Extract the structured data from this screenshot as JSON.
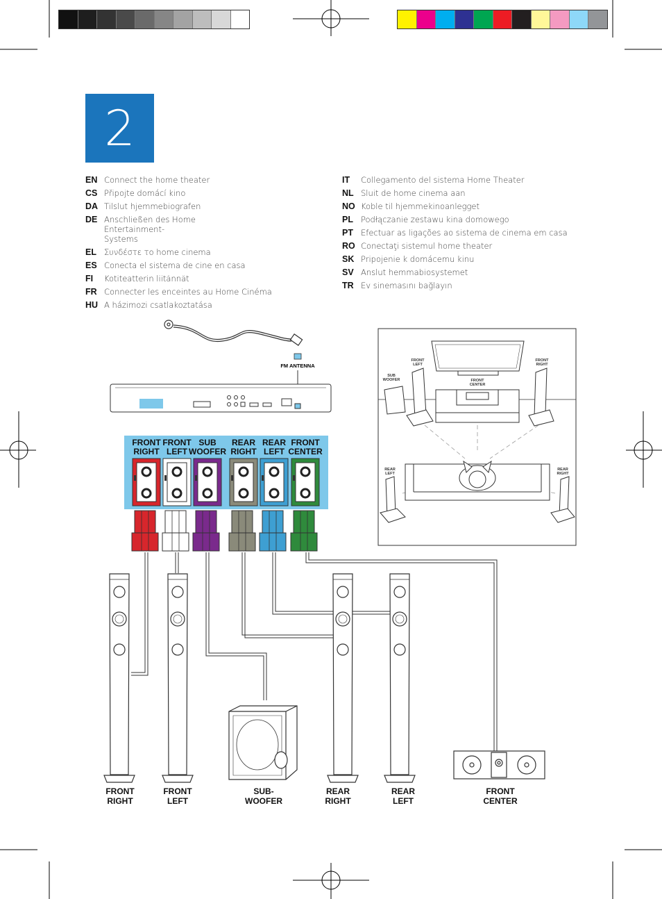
{
  "color_bar": {
    "grays": [
      "#111111",
      "#1e1e1e",
      "#333333",
      "#4a4a4a",
      "#6a6a6a",
      "#868686",
      "#a3a3a3",
      "#bdbdbd",
      "#d8d8d8",
      "#ffffff"
    ],
    "colors": [
      "#fff200",
      "#ec008c",
      "#00aeef",
      "#2e3192",
      "#00a651",
      "#ed1c24",
      "#231f20",
      "#fff799",
      "#f49ac1",
      "#8ed8f8",
      "#939598"
    ]
  },
  "step": {
    "number": "2",
    "color": "#1b75bc"
  },
  "languages_left": [
    {
      "code": "EN",
      "text": "Connect the home theater"
    },
    {
      "code": "CS",
      "text": "Připojte domácí kino"
    },
    {
      "code": "DA",
      "text": "Tilslut hjemmebiografen"
    },
    {
      "code": "DE",
      "text": "Anschließen des Home Entertainment-Systems"
    },
    {
      "code": "EL",
      "text": "Συνδέστε το home cinema"
    },
    {
      "code": "ES",
      "text": "Conecta el sistema de cine en casa"
    },
    {
      "code": "FI",
      "text": "Kotiteatterin liitännät"
    },
    {
      "code": "FR",
      "text": "Connecter les enceintes au Home Cinéma"
    },
    {
      "code": "HU",
      "text": "A házimozi csatlakoztatása"
    }
  ],
  "languages_right": [
    {
      "code": "IT",
      "text": "Collegamento del sistema Home Theater"
    },
    {
      "code": "NL",
      "text": "Sluit de home cinema aan"
    },
    {
      "code": "NO",
      "text": "Koble til hjemmekinoanlegget"
    },
    {
      "code": "PL",
      "text": "Podłączanie zestawu kina domowego"
    },
    {
      "code": "PT",
      "text": "Efectuar as ligações ao sistema de cinema em casa"
    },
    {
      "code": "RO",
      "text": "Conectaţi sistemul home theater"
    },
    {
      "code": "SK",
      "text": "Pripojenie k domácemu kinu"
    },
    {
      "code": "SV",
      "text": "Anslut hemmabiosystemet"
    },
    {
      "code": "TR",
      "text": "Ev sinemasını bağlayın"
    }
  ],
  "antenna_label": "FM ANTENNA",
  "connector_panel": {
    "color": "#7ec8ea",
    "sockets": [
      {
        "line1": "FRONT",
        "line2": "RIGHT",
        "color": "#d7262c"
      },
      {
        "line1": "FRONT",
        "line2": "LEFT",
        "color": "#ffffff"
      },
      {
        "line1": "SUB",
        "line2": "WOOFER",
        "color": "#7a2a8c"
      },
      {
        "line1": "REAR",
        "line2": "RIGHT",
        "color": "#8a8a7a"
      },
      {
        "line1": "REAR",
        "line2": "LEFT",
        "color": "#3e9fd2"
      },
      {
        "line1": "FRONT",
        "line2": "CENTER",
        "color": "#2f8a3c"
      }
    ]
  },
  "room_labels": {
    "front_left": [
      "FRONT",
      "LEFT"
    ],
    "front_right": [
      "FRONT",
      "RIGHT"
    ],
    "sub_woofer": [
      "SUB",
      "WOOFER"
    ],
    "front_center": [
      "FRONT",
      "CENTER"
    ],
    "rear_left": [
      "REAR",
      "LEFT"
    ],
    "rear_right": [
      "REAR",
      "RIGHT"
    ]
  },
  "speaker_labels": [
    {
      "line1": "FRONT",
      "line2": "RIGHT"
    },
    {
      "line1": "FRONT",
      "line2": "LEFT"
    },
    {
      "line1": "SUB-",
      "line2": "WOOFER"
    },
    {
      "line1": "REAR",
      "line2": "RIGHT"
    },
    {
      "line1": "REAR",
      "line2": "LEFT"
    },
    {
      "line1": "FRONT",
      "line2": "CENTER"
    }
  ]
}
